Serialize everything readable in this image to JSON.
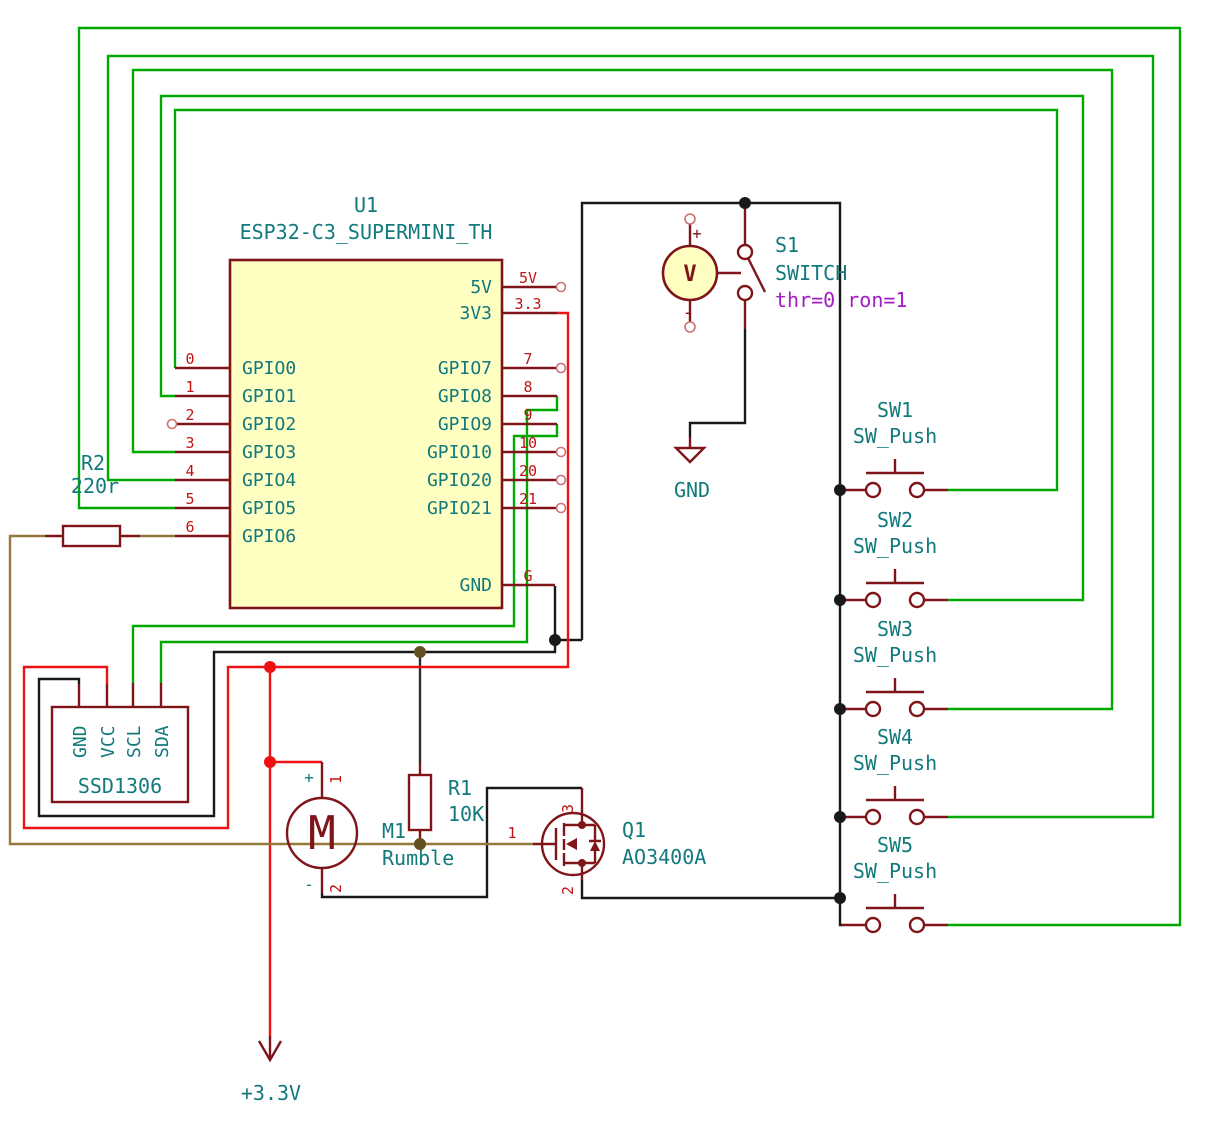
{
  "schematic": {
    "esp32": {
      "ref": "U1",
      "value": "ESP32-C3_SUPERMINI_TH",
      "left_pins": [
        {
          "num": "0",
          "name": "GPIO0"
        },
        {
          "num": "1",
          "name": "GPIO1"
        },
        {
          "num": "2",
          "name": "GPIO2"
        },
        {
          "num": "3",
          "name": "GPIO3"
        },
        {
          "num": "4",
          "name": "GPIO4"
        },
        {
          "num": "5",
          "name": "GPIO5"
        },
        {
          "num": "6",
          "name": "GPIO6"
        }
      ],
      "right_pins": [
        {
          "num": "5V",
          "name": "5V"
        },
        {
          "num": "3.3",
          "name": "3V3"
        },
        {
          "num": "7",
          "name": "GPIO7"
        },
        {
          "num": "8",
          "name": "GPIO8"
        },
        {
          "num": "9",
          "name": "GPIO9"
        },
        {
          "num": "10",
          "name": "GPIO10"
        },
        {
          "num": "20",
          "name": "GPIO20"
        },
        {
          "num": "21",
          "name": "GPIO21"
        },
        {
          "num": "G",
          "name": "GND"
        }
      ]
    },
    "display": {
      "value": "SSD1306",
      "pins": [
        "GND",
        "VCC",
        "SCL",
        "SDA"
      ]
    },
    "r1": {
      "ref": "R1",
      "value": "10K"
    },
    "r2": {
      "ref": "R2",
      "value": "220r"
    },
    "motor": {
      "ref": "M1",
      "value": "Rumble",
      "letter": "M",
      "plus": "+",
      "minus": "-",
      "pin_top": "1",
      "pin_bottom": "2"
    },
    "q1": {
      "ref": "Q1",
      "value": "AO3400A",
      "gate": "1",
      "drain": "3",
      "source": "2"
    },
    "s1": {
      "ref": "S1",
      "value": "SWITCH",
      "params": "thr=0 ron=1"
    },
    "vsource": {
      "letter": "V",
      "plus": "+",
      "minus": "-"
    },
    "gnd": {
      "label": "GND"
    },
    "power": {
      "label": "+3.3V"
    },
    "switches": [
      {
        "ref": "SW1",
        "value": "SW_Push"
      },
      {
        "ref": "SW2",
        "value": "SW_Push"
      },
      {
        "ref": "SW3",
        "value": "SW_Push"
      },
      {
        "ref": "SW4",
        "value": "SW_Push"
      },
      {
        "ref": "SW5",
        "value": "SW_Push"
      }
    ],
    "colors": {
      "wire_green": "#00a800",
      "wire_red": "#ee1111",
      "wire_black": "#191919",
      "wire_brown": "#95793c",
      "symbol_outline": "#7f1519",
      "symbol_fill": "#ffffc2",
      "text_teal": "#12797d",
      "text_pin_number": "#c01414",
      "text_params_purple": "#a31cc4"
    }
  }
}
